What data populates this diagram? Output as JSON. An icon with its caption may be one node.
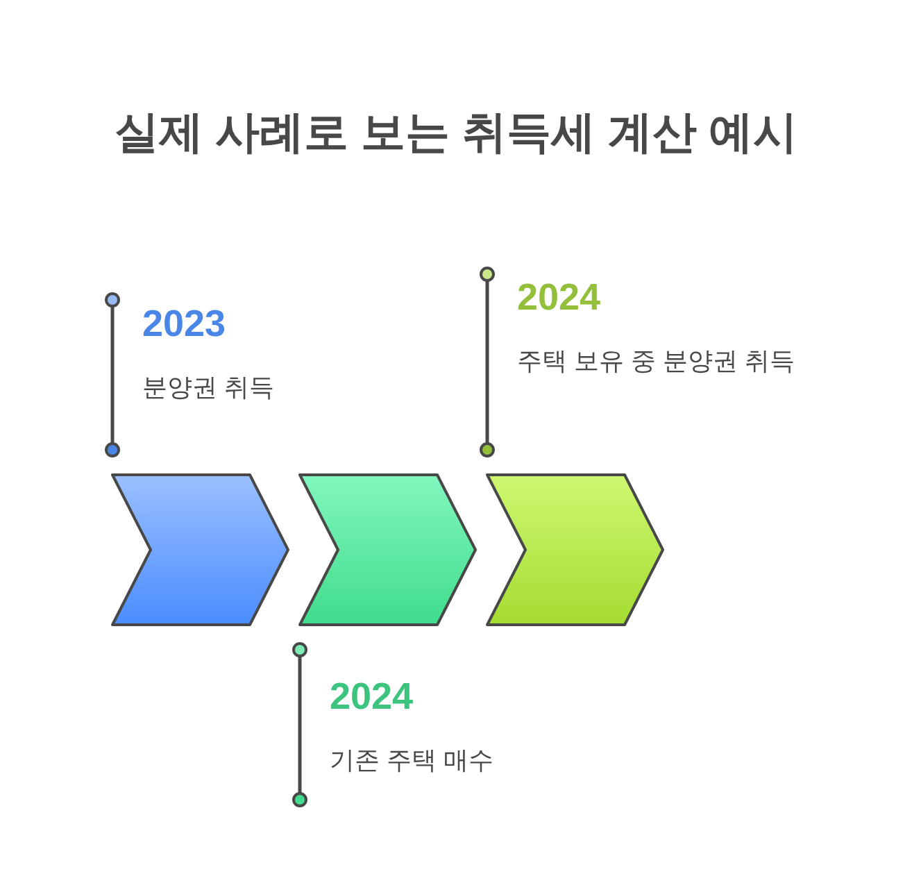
{
  "diagram": {
    "title": "실제 사례로 보는 취득세 계산 예시",
    "nodes": [
      {
        "text": [],
        "shape": "chevron",
        "beside": [
          "2023",
          "분양권 취득"
        ]
      },
      {
        "text": [],
        "shape": "chevron",
        "beside": [
          "2024",
          "기존 주택 매수"
        ]
      },
      {
        "text": [],
        "shape": "chevron",
        "beside": [
          "2024",
          "주택 보유 중 분양권 취득"
        ]
      }
    ]
  }
}
